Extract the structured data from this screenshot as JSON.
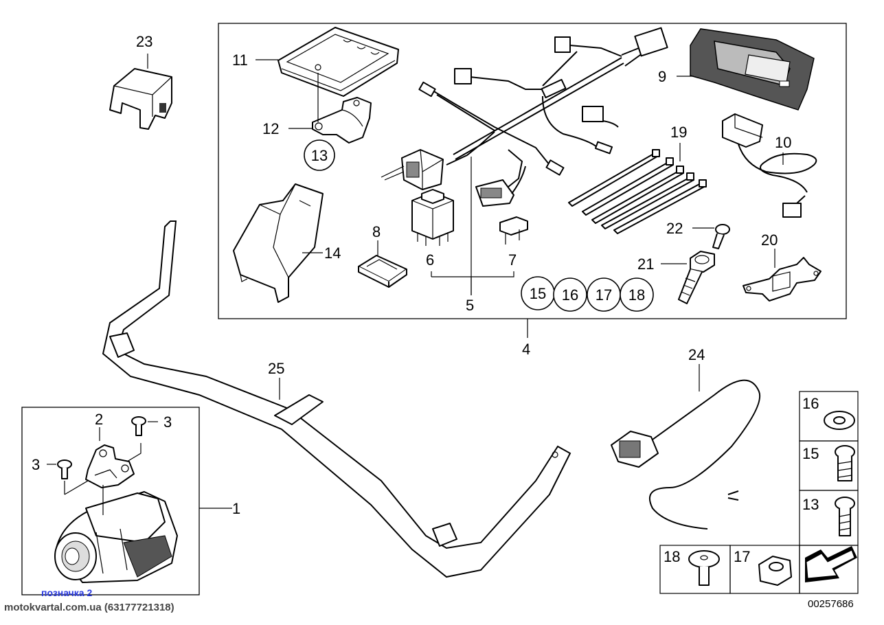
{
  "callouts": {
    "c1": "1",
    "c2": "2",
    "c3a": "3",
    "c3b": "3",
    "c4": "4",
    "c5": "5",
    "c6": "6",
    "c7": "7",
    "c8": "8",
    "c9": "9",
    "c10": "10",
    "c11": "11",
    "c12": "12",
    "c13": "13",
    "c14": "14",
    "c15": "15",
    "c16": "16",
    "c17": "17",
    "c18": "18",
    "c19": "19",
    "c20": "20",
    "c21": "21",
    "c22": "22",
    "c23": "23",
    "c24": "24",
    "c25": "25"
  },
  "legend": {
    "l16": "16",
    "l15": "15",
    "l13": "13",
    "l18": "18",
    "l17": "17"
  },
  "footer": {
    "note": "позначка 2",
    "watermark": "motokvartal.com.ua (63177721318)",
    "diagram_number": "00257686"
  }
}
